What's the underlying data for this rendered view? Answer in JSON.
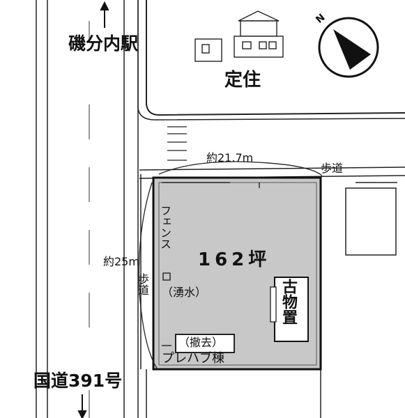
{
  "map": {
    "station_label": "磯分内駅",
    "residence_label": "定住",
    "road_label": "国道391号",
    "width_label": "約21.7m",
    "depth_label": "約25m",
    "sidewalk_top": "歩道",
    "sidewalk_left": "歩道",
    "area_label": "162坪",
    "fence_label": "フェンス",
    "spring_label": "（湧水）",
    "old_building_label": "古物置",
    "removal_label": "（撤去）",
    "prefab_label": "プレハブ棟",
    "north_label": "N",
    "colors": {
      "lot_fill": "#c8c8c8",
      "ink": "#111111",
      "paper": "#ffffff"
    }
  }
}
